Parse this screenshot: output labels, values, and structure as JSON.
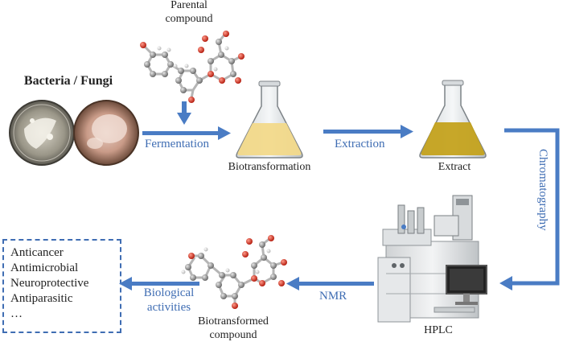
{
  "labels": {
    "parental": "Parental",
    "compound": "compound",
    "organisms": "Bacteria / Fungi",
    "biotransformation": "Biotransformation",
    "extract": "Extract",
    "hplc": "HPLC",
    "biotransformed": "Biotransformed",
    "compound2": "compound"
  },
  "steps": {
    "fermentation": "Fermentation",
    "extraction": "Extraction",
    "chromatography": "Chromatography",
    "nmr": "NMR",
    "bio_line1": "Biological",
    "bio_line2": "activities"
  },
  "activities": [
    "Anticancer",
    "Antimicrobial",
    "Neuroprotective",
    "Antiparasitic",
    "…"
  ],
  "colors": {
    "arrow": "#4a7cc4",
    "liquid_light": "#f2d98a",
    "liquid_dark": "#c4a21e",
    "atom_red": "#d9412e",
    "atom_grey": "#8a8a8a"
  }
}
